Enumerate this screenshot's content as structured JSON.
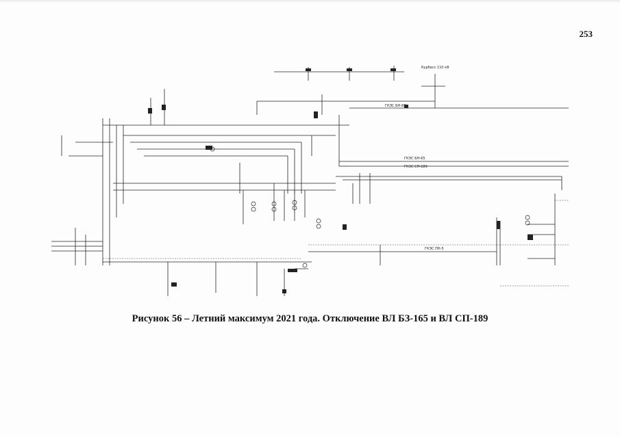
{
  "page": {
    "number": "253",
    "caption": "Рисунок 56 – Летний максимум 2021 года. Отключение ВЛ БЗ-165 и ВЛ СП-189"
  },
  "diagram": {
    "labels": {
      "bus_top": "Курбасс 110 кВ",
      "line_1": "ГКЭС БН-86",
      "line_2": "ГКЭС БН-65",
      "line_3": "ГКЭС СП-189",
      "line_4": "ГКЭС ПН-5"
    }
  }
}
